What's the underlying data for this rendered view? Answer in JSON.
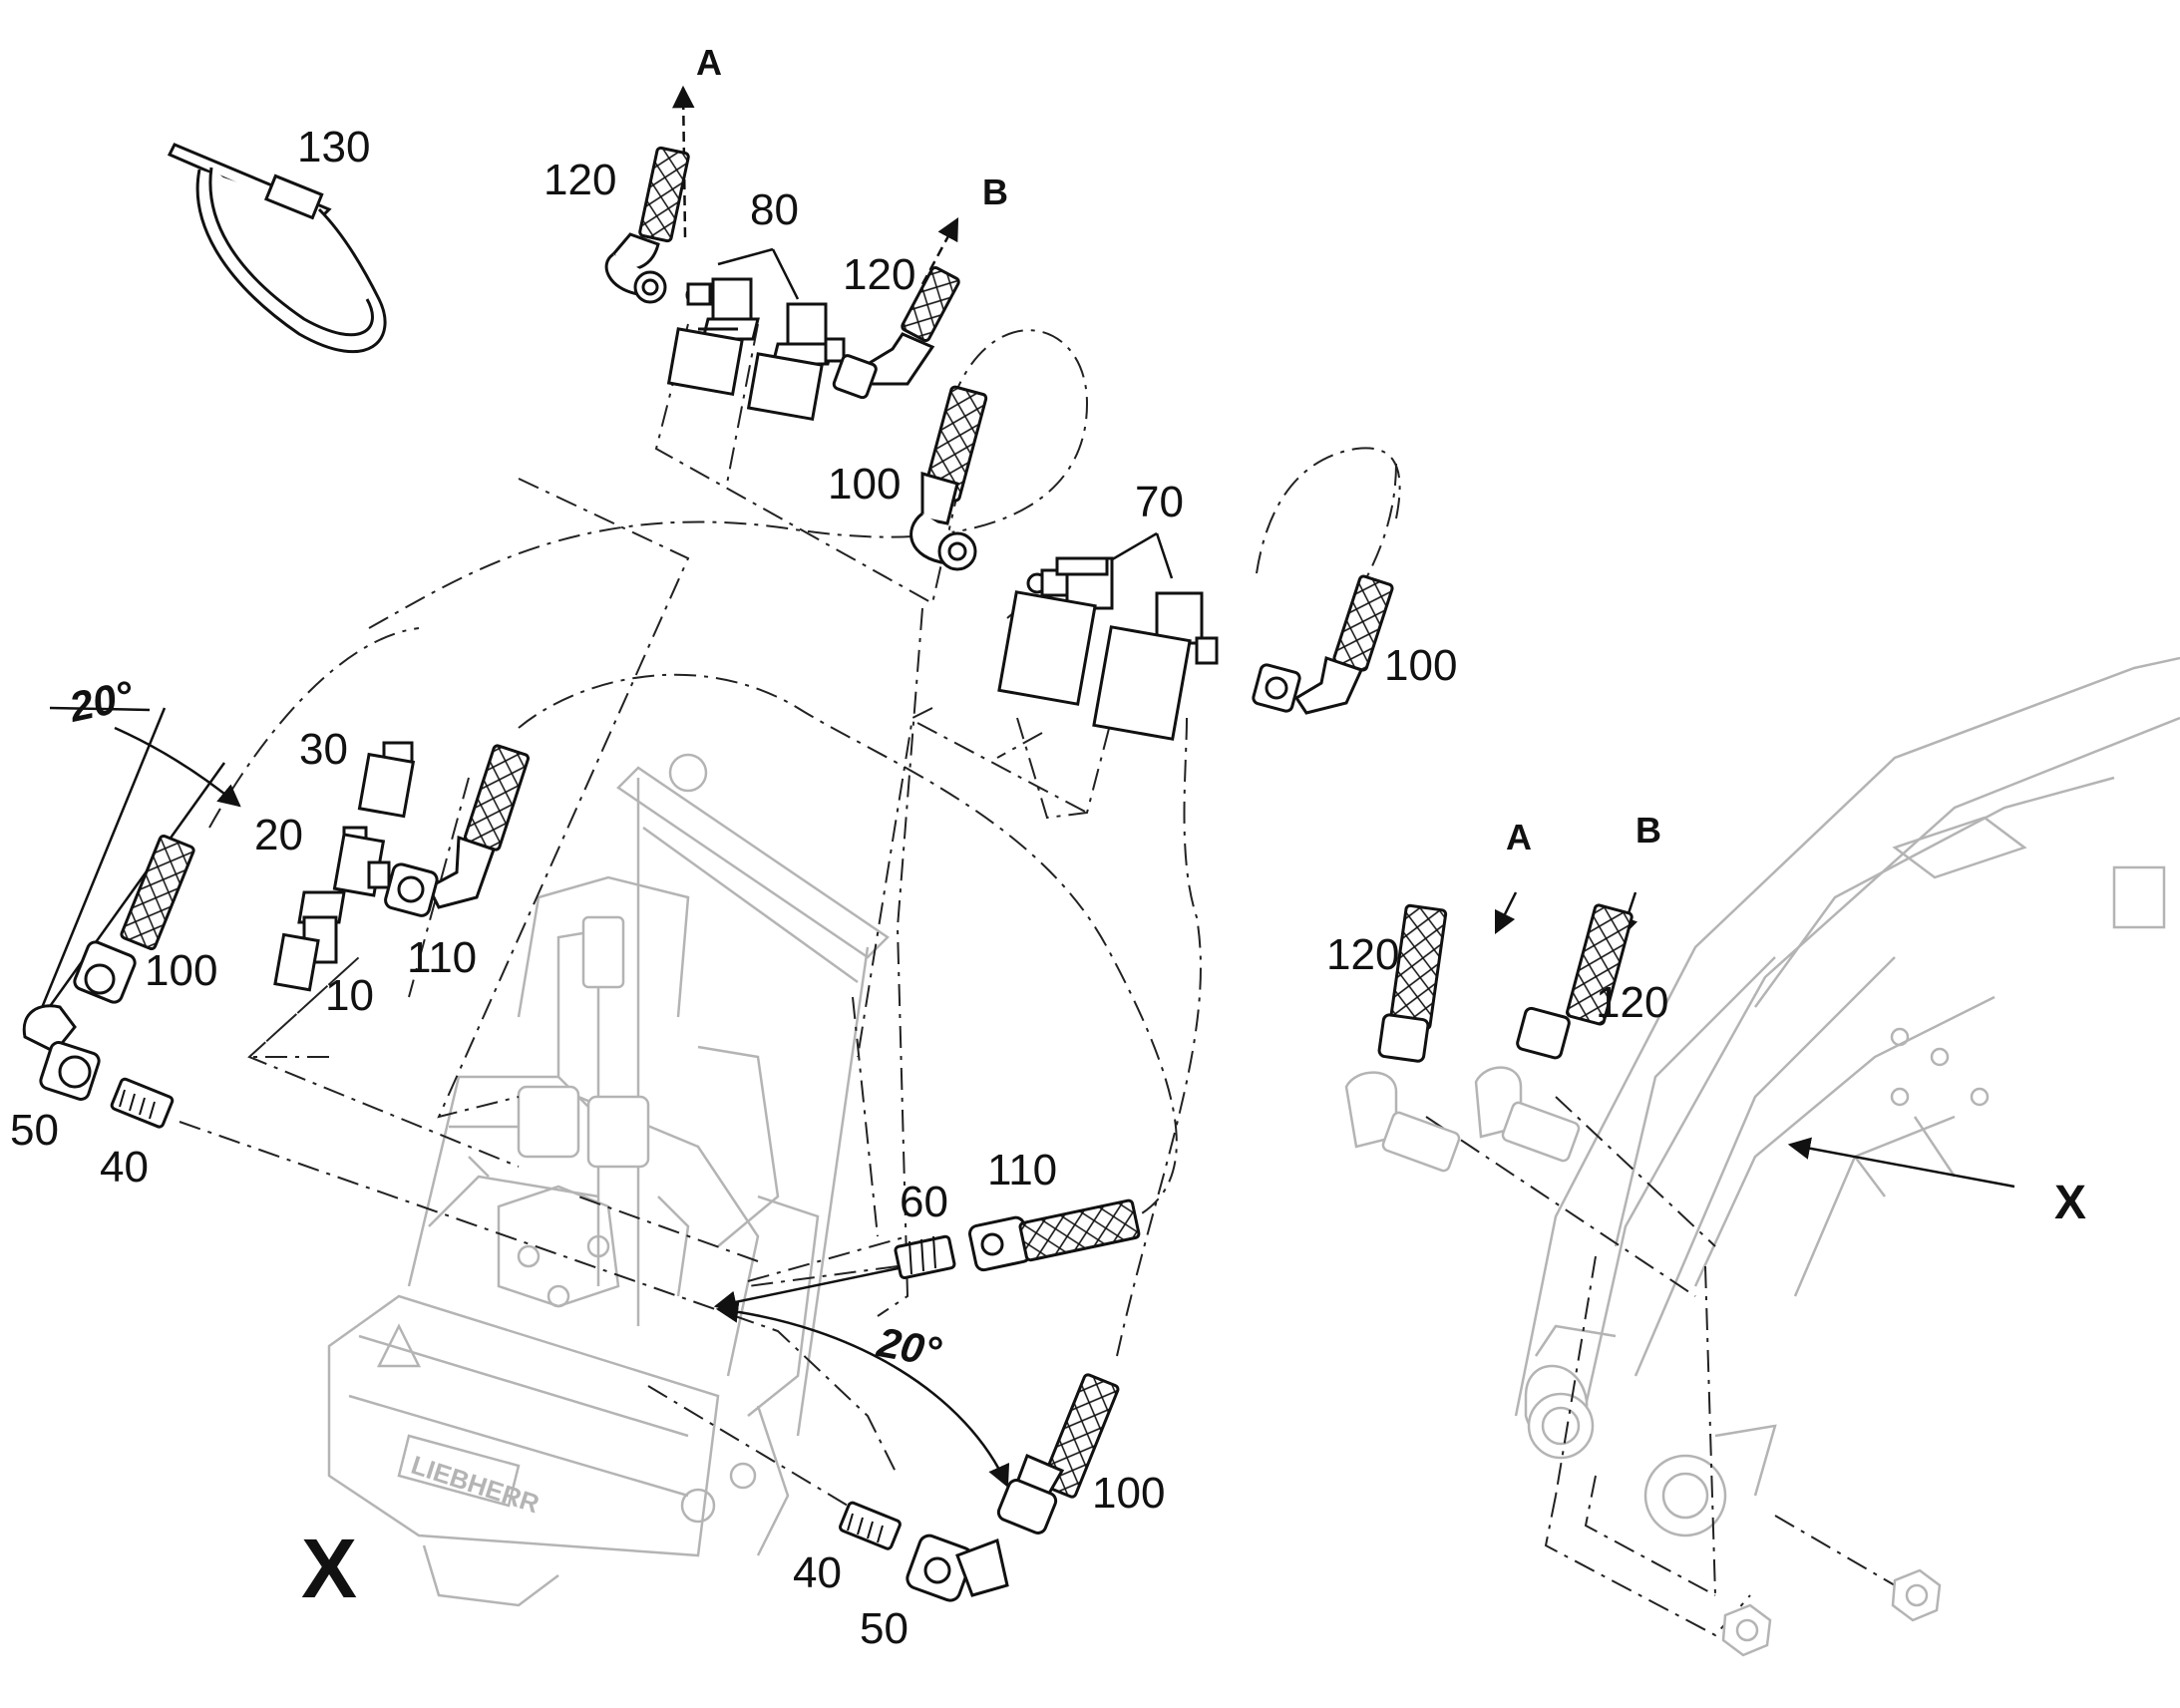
{
  "callouts": {
    "c130": "130",
    "c120_a_top": "120",
    "c80": "80",
    "c120_b_top": "120",
    "c100_top": "100",
    "c70": "70",
    "c100_right": "100",
    "c30": "30",
    "c20": "20",
    "c100_left": "100",
    "c110_left": "110",
    "c10": "10",
    "c50_left": "50",
    "c40_left": "40",
    "c60": "60",
    "c110_bottom": "110",
    "c100_bottom": "100",
    "c40_bottom": "40",
    "c50_bottom": "50",
    "c120_a_right": "120",
    "c120_b_right": "120"
  },
  "markers": {
    "a_top": "A",
    "b_top": "B",
    "a_right": "A",
    "b_right": "B"
  },
  "view_labels": {
    "x_left": "X",
    "x_right": "X"
  },
  "angles": {
    "angle_left": "20°",
    "angle_bottom": "20°"
  },
  "logo_text": "LIEBHERR"
}
